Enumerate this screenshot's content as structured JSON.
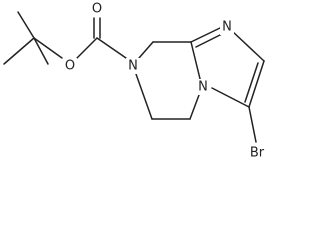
{
  "molecule": {
    "atom_labels": {
      "ester_oxygen": "O",
      "carbonyl_oxygen": "O",
      "piperazine_nitrogen": "N",
      "imidazole_nitrogen": "N",
      "bridgehead_nitrogen": "N",
      "bromine": "Br"
    }
  }
}
